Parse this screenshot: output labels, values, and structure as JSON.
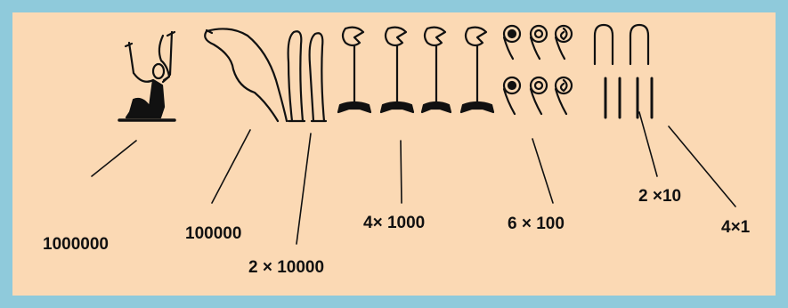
{
  "labels": {
    "million": "1000000",
    "hundred_thousand": "100000",
    "ten_thousands": "2 × 10000",
    "thousands": "4× 1000",
    "hundreds": "6  × 100",
    "tens": "2 ×10",
    "ones": "4×1"
  },
  "colors": {
    "frame": "#8fcadb",
    "panel": "#fbd9b4",
    "ink": "#111111"
  },
  "glyphs": [
    "seated-god-million",
    "tadpole-hundred-thousand",
    "finger-ten-thousand",
    "lotus-thousand",
    "coil-hundred",
    "heel-ten",
    "stroke-one"
  ]
}
